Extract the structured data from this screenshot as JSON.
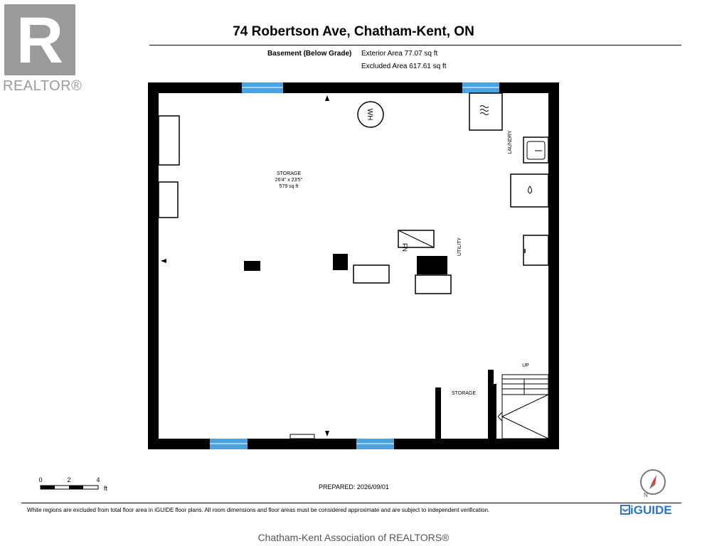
{
  "logo": {
    "letter": "R",
    "wordmark": "REALTOR®"
  },
  "header": {
    "title": "74 Robertson Ave, Chatham-Kent, ON",
    "floor_label": "Basement (Below Grade)",
    "exterior_area": "Exterior Area 77.07 sq ft",
    "excluded_area": "Excluded Area 617.61 sq ft"
  },
  "plan": {
    "room_main": {
      "name": "STORAGE",
      "dims": "26'4\" x 23'5\"",
      "area": "579 sq ft"
    },
    "label_utility": "UTILITY",
    "label_laundry": "LAUNDRY",
    "label_storage_small": "STORAGE",
    "label_up": "UP",
    "label_wh": "WH",
    "label_fn": "FN"
  },
  "scale": {
    "ticks": [
      "0",
      "2",
      "4"
    ],
    "unit": "ft"
  },
  "prepared": "PREPARED: 2026/09/01",
  "disclaimer": "White regions are excluded from total floor area in iGUIDE floor plans. All room dimensions and floor areas must be considered approximate and are subject to independent verification.",
  "brand": "iGUIDE",
  "compass_label": "N",
  "footer": "Chatham-Kent Association of REALTORS®",
  "colors": {
    "window": "#4aa3df",
    "wall": "#000000",
    "brand": "#2a78c5",
    "logo_gray": "#9a9a9a"
  }
}
